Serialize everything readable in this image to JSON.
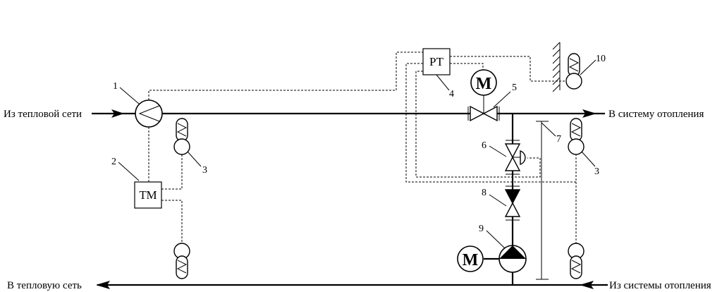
{
  "labels": {
    "from_heat_network": "Из тепловой сети",
    "to_heating_system": "В систему отопления",
    "to_heat_network": "В тепловую сеть",
    "from_heating_system": "Из системы отопления"
  },
  "boxes": {
    "tm": "ТМ",
    "rt": "РТ"
  },
  "motors": {
    "valve_motor": "M",
    "pump_motor": "M"
  },
  "numbers": {
    "n1": "1",
    "n2": "2",
    "n3_left": "3",
    "n3_right": "3",
    "n4": "4",
    "n5": "5",
    "n6": "6",
    "n7": "7",
    "n8": "8",
    "n9": "9",
    "n10": "10"
  }
}
